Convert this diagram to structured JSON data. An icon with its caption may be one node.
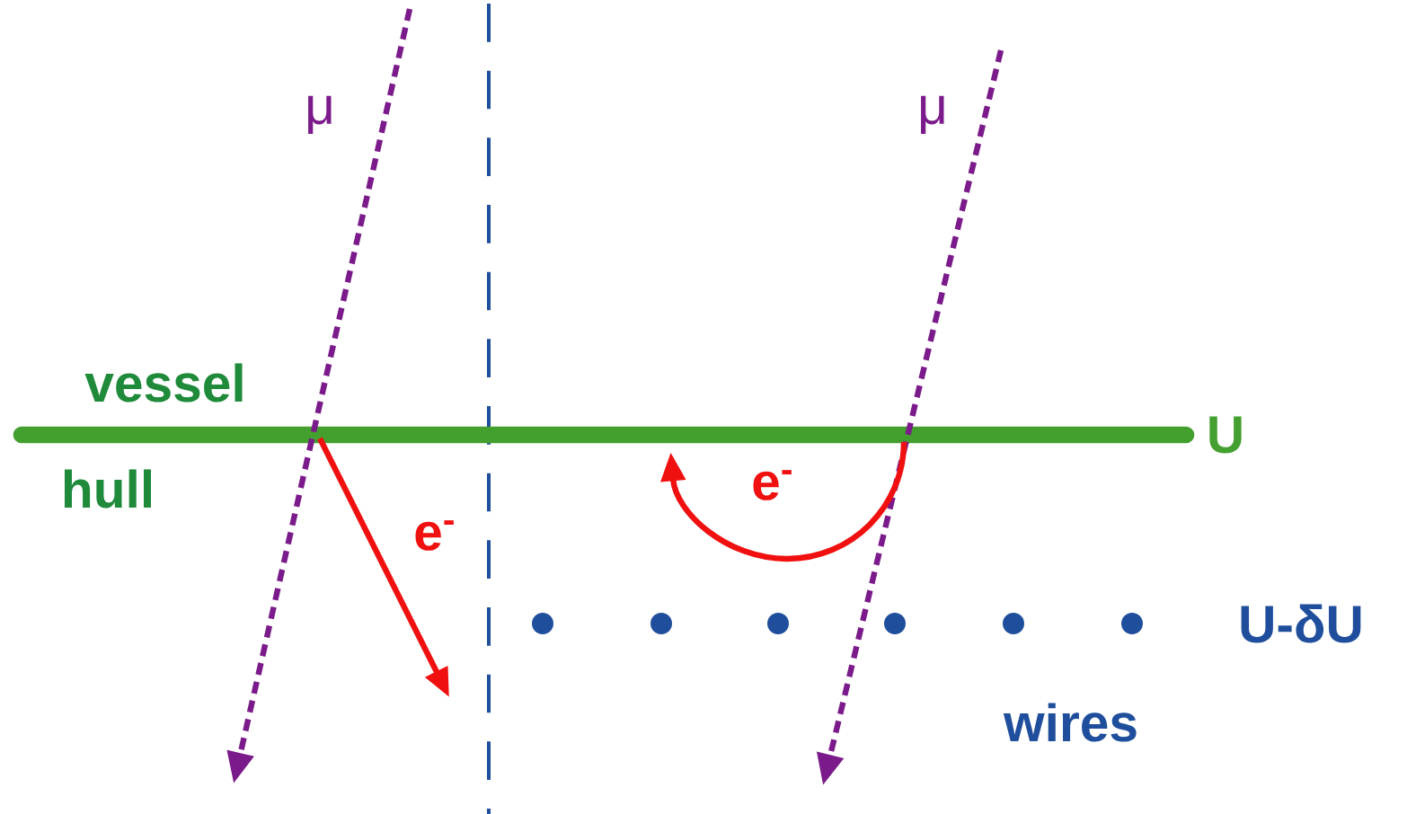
{
  "diagram": {
    "labels": [
      "μ",
      "μ",
      "vessel",
      "U",
      "hull",
      "e$^{-}$",
      "e$^{-}$",
      "U-δU",
      "wires"
    ]
  }
}
